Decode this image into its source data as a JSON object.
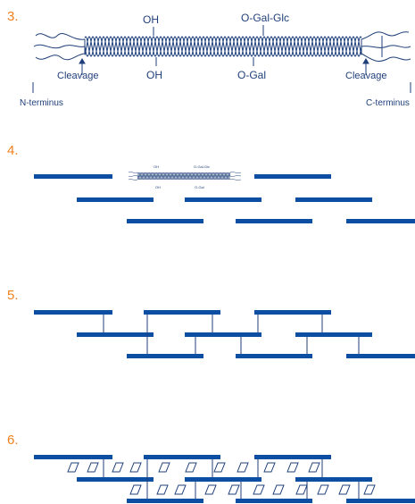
{
  "steps": {
    "s3": "3.",
    "s4": "4.",
    "s5": "5.",
    "s6": "6."
  },
  "helix": {
    "oh_top": "OH",
    "oh_bottom": "OH",
    "ogal_glc": "O-Gal-Glc",
    "ogal": "O-Gal",
    "cleavage_left": "Cleavage",
    "cleavage_right": "Cleavage",
    "n_terminus": "N-terminus",
    "c_terminus": "C-terminus"
  },
  "mini_helix": {
    "oh_top": "OH",
    "ogal_glc": "O-Gal-Glc",
    "oh_bottom": "OH",
    "ogal": "O-Gal"
  },
  "colors": {
    "step_number": "#f0801e",
    "fibril": "#0b4ea2",
    "helix_line": "#1f3f7a"
  }
}
